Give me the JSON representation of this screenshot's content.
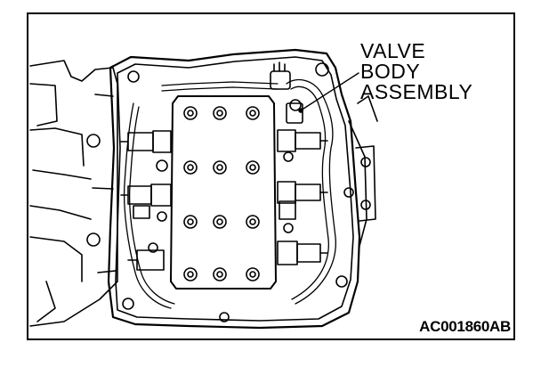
{
  "label": {
    "lines": [
      "VALVE",
      "BODY",
      "ASSEMBLY"
    ]
  },
  "figure_code": "AC001860AB",
  "colors": {
    "ink": "#000000",
    "paper": "#ffffff"
  }
}
